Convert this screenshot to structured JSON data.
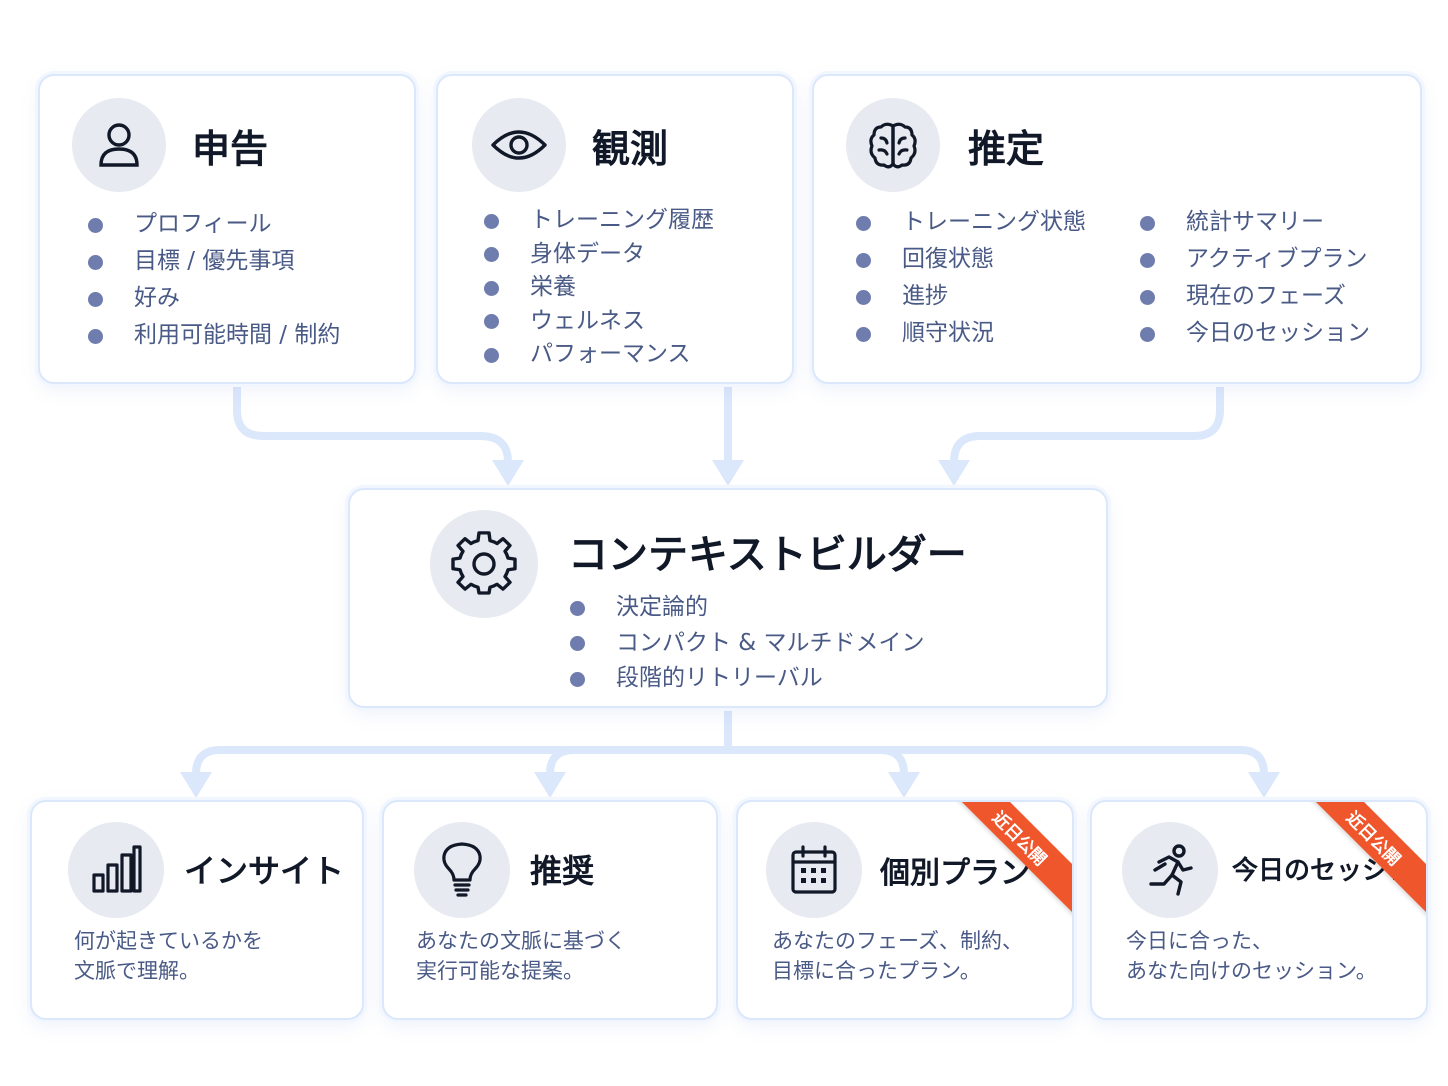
{
  "sources": [
    {
      "title": "申告",
      "icon": "user-icon",
      "items": [
        "プロフィール",
        "目標 / 優先事項",
        "好み",
        "利用可能時間 / 制約"
      ]
    },
    {
      "title": "観測",
      "icon": "eye-icon",
      "items": [
        "トレーニング履歴",
        "身体データ",
        "栄養",
        "ウェルネス",
        "パフォーマンス"
      ]
    },
    {
      "title": "推定",
      "icon": "brain-icon",
      "items_left": [
        "トレーニング状態",
        "回復状態",
        "進捗",
        "順守状況"
      ],
      "items_right": [
        "統計サマリー",
        "アクティブプラン",
        "現在のフェーズ",
        "今日のセッション"
      ]
    }
  ],
  "builder": {
    "title": "コンテキストビルダー",
    "icon": "gear-icon",
    "items": [
      "決定論的",
      "コンパクト & マルチドメイン",
      "段階的リトリーバル"
    ]
  },
  "outputs": [
    {
      "title": "インサイト",
      "icon": "bar-chart-icon",
      "desc": [
        "何が起きているかを",
        "文脈で理解。"
      ]
    },
    {
      "title": "推奨",
      "icon": "lightbulb-icon",
      "desc": [
        "あなたの文脈に基づく",
        "実行可能な提案。"
      ]
    },
    {
      "title": "個別プラン",
      "icon": "calendar-icon",
      "badge": "近日公開",
      "desc": [
        "あなたのフェーズ、制約、",
        "目標に合ったプラン。"
      ]
    },
    {
      "title": "今日のセッション",
      "icon": "running-icon",
      "badge": "近日公開",
      "desc": [
        "今日に合った、",
        "あなた向けのセッション。"
      ]
    }
  ],
  "colors": {
    "connector": "#dbe7fb",
    "bullet": "#6f7cae",
    "text_secondary": "#4a5a86",
    "badge": "#f0562b",
    "icon_bg": "#e7eaf1"
  }
}
